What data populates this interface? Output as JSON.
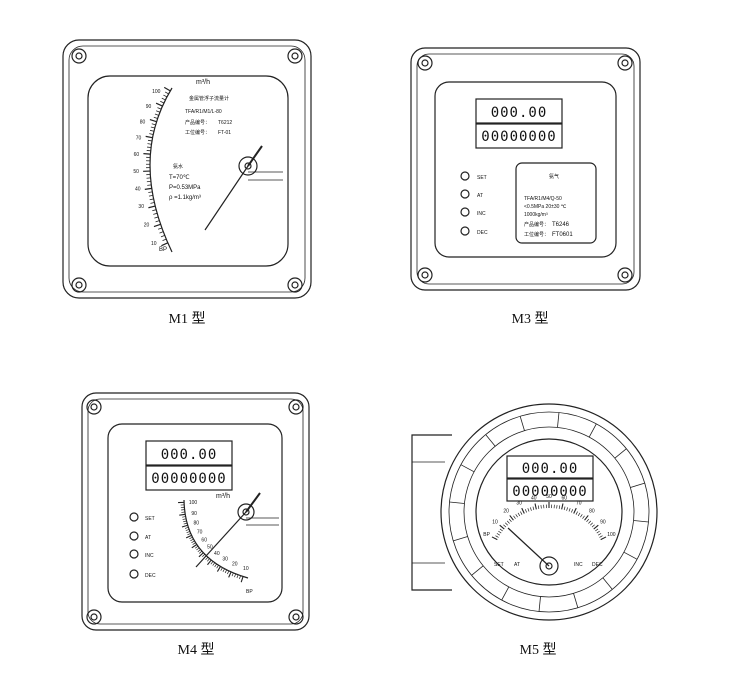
{
  "models": {
    "m1": {
      "caption": "M1 型",
      "unit": "m³/h",
      "scale": [
        "100",
        "90",
        "80",
        "70",
        "60",
        "50",
        "40",
        "30",
        "20",
        "10"
      ],
      "bottom_mark": "BP",
      "nameplate": {
        "title": "金属管浮子流量计",
        "model": "TFA/R1/M1/L-80",
        "serial_label": "产品编号：",
        "serial": "T6212",
        "tag_label": "工位编号：",
        "tag": "FT-01",
        "medium": "氨水",
        "temp": "T=70℃",
        "pressure": "P=0.53MPa",
        "density": "ρ =1.1kg/m³"
      }
    },
    "m3": {
      "caption": "M3 型",
      "display_top": "000.00",
      "display_bottom": "00000000",
      "buttons": [
        "SET",
        "AT",
        "INC",
        "DEC"
      ],
      "nameplate": {
        "medium": "氨气",
        "model": "TFA/R1/M4/Q-50",
        "line2": "<0.5MPa 20±30 ℃",
        "line3": "1000kg/m³",
        "serial_label": "产品编号：",
        "serial": "T6246",
        "tag_label": "工位编号：",
        "tag": "FT0601"
      }
    },
    "m4": {
      "caption": "M4 型",
      "display_top": "000.00",
      "display_bottom": "00000000",
      "buttons": [
        "SET",
        "AT",
        "INC",
        "DEC"
      ],
      "unit": "m³/h",
      "scale": [
        "100",
        "90",
        "80",
        "70",
        "60",
        "50",
        "40",
        "30",
        "20",
        "10"
      ],
      "bottom_mark": "BP"
    },
    "m5": {
      "caption": "M5 型",
      "display_top": "000.00",
      "display_bottom": "00000000",
      "scale": [
        "BP",
        "10",
        "20",
        "30",
        "40",
        "50",
        "60",
        "70",
        "80",
        "90",
        "100"
      ],
      "buttons": [
        "SET",
        "AT",
        "INC",
        "DEC"
      ]
    }
  }
}
